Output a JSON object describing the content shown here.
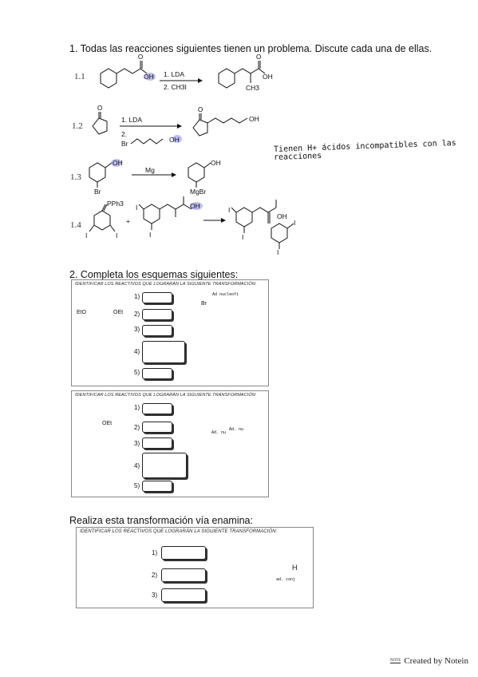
{
  "q1": {
    "prompt": "1. Todas las reacciones siguientes tienen un problema. Discute cada una de ellas.",
    "r1_label": "1.1",
    "r2_label": "1.2",
    "r3_label": "1.3",
    "r4_label": "1.4",
    "r1_reagent_a": "1. LDA",
    "r1_reagent_b": "2. CH3I",
    "r1_oh": "OH",
    "r1_prod_oh": "OH",
    "r1_prod_ch3": "CH3",
    "r2_reagent_a": "1. LDA",
    "r2_reagent_b": "2.",
    "r2_br": "Br",
    "r2_oh": "OH",
    "r2_prod_oh": "OH",
    "r3_oh": "OH",
    "r3_br": "Br",
    "r3_reagent": "Mg",
    "r3_prod_oh": "OH",
    "r3_prod_mgbr": "MgBr",
    "r4_pph3": "PPh3",
    "r4_i": "I",
    "r4_plus": "+",
    "r4_oh": "OH",
    "handnote_line1": "Tienen H+ ácidos incompatibles con las",
    "handnote_line2": "reacciones"
  },
  "q2": {
    "prompt": "2. Completa los esquemas siguientes:",
    "panel_title": "IDENTIFICAR LOS REACTIVOS QUE LOGRARÁN LA SIGUIENTE TRANSFORMACIÓN:",
    "scheme1_left_a": "EtO",
    "scheme1_left_b": "OEt",
    "scheme1_br": "Br",
    "scheme1_note": "Ad nucleofi",
    "scheme2_left": "OEt",
    "scheme2_note_a": "Ad. nu",
    "scheme2_note_b": "Ad. nu",
    "slots": [
      "1)",
      "2)",
      "3)",
      "4)",
      "5)"
    ]
  },
  "q3": {
    "prompt": "Realiza esta transformación vía enamina:",
    "panel_title": "IDENTIFICAR LOS REACTIVOS QUE LOGRARÁN LA SIGUIENTE TRANSFORMACIÓN:",
    "h": "H",
    "note": "ad. conj",
    "slots": [
      "1)",
      "2)",
      "3)"
    ]
  },
  "footer": {
    "logo_text": "NOTE",
    "text": "Created by Notein"
  },
  "colors": {
    "highlight_blue": "#7f7fe0",
    "highlight_yellow": "#e6b422",
    "panel_border": "#888888"
  }
}
